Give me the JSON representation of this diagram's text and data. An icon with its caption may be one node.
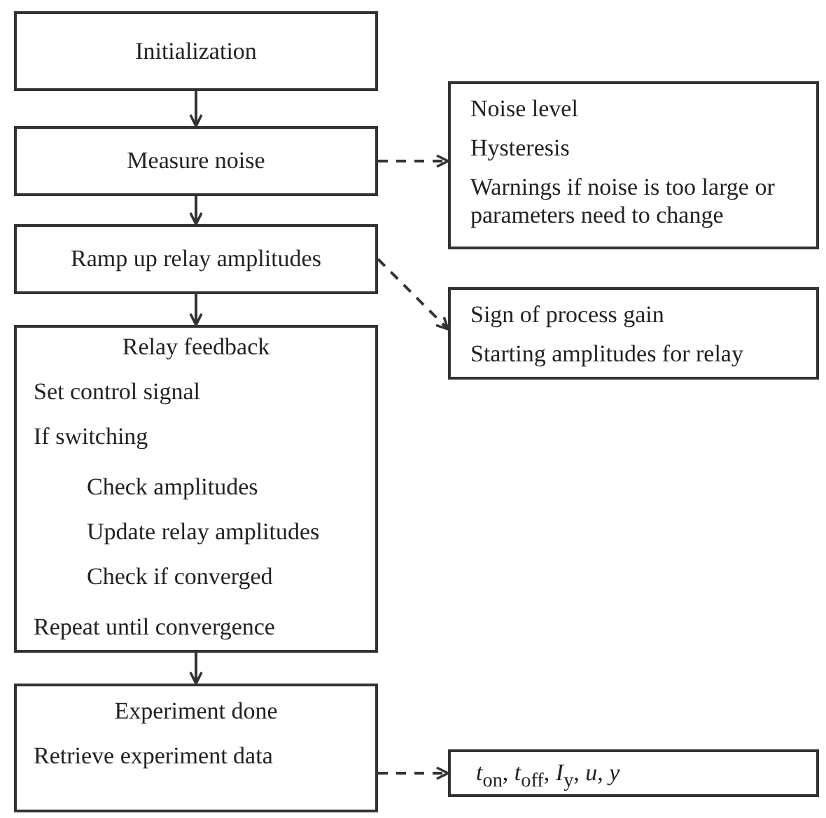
{
  "diagram": {
    "nodes": [
      {
        "text": [
          "Initialization"
        ]
      },
      {
        "text": [
          "Measure noise"
        ]
      },
      {
        "text": [
          "Ramp up relay amplitudes"
        ]
      },
      {
        "text": [
          "Relay feedback",
          "Set control signal",
          "If switching",
          "Check amplitudes",
          "Update relay amplitudes",
          "Check if converged",
          "Repeat until convergence"
        ]
      },
      {
        "text": [
          "Experiment done",
          "Retrieve experiment data"
        ]
      },
      {
        "text": [
          "Noise level",
          "Hysteresis",
          "Warnings if noise is too large or parameters need to change"
        ]
      },
      {
        "text": [
          "Sign of process gain",
          "Starting amplitudes for relay"
        ]
      },
      {
        "text": [
          "*t*$_{on}$, *t*$_{off}$, *I*$_{y}$, *u*, *y*"
        ]
      }
    ],
    "edges": [
      {
        "from": 0,
        "to": 1,
        "arrow": "to"
      },
      {
        "from": 1,
        "to": 2,
        "arrow": "to"
      },
      {
        "from": 2,
        "to": 3,
        "arrow": "to"
      },
      {
        "from": 3,
        "to": 4,
        "arrow": "to"
      },
      {
        "from": 1,
        "to": 5,
        "arrow": "to",
        "style": "dashed"
      },
      {
        "from": 2,
        "to": 6,
        "arrow": "to",
        "style": "dashed"
      },
      {
        "from": 4,
        "to": 7,
        "arrow": "to",
        "style": "dashed"
      }
    ]
  }
}
